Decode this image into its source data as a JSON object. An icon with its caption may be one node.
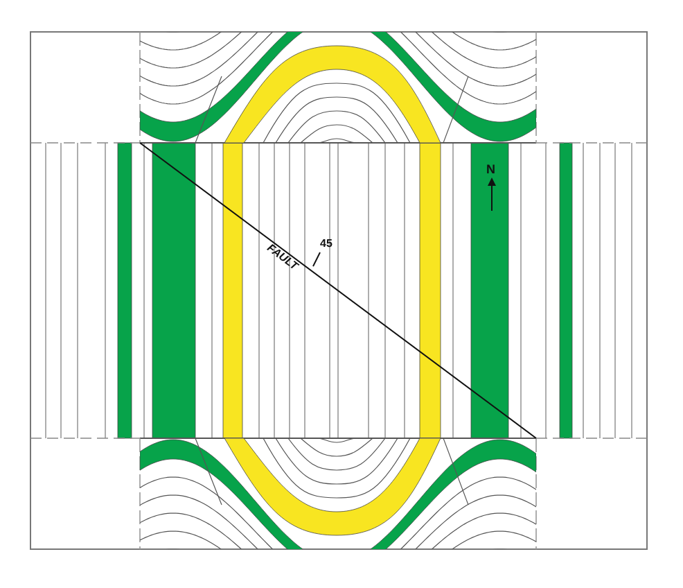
{
  "diagram": {
    "labels": [
      "N",
      "FAULT",
      "45"
    ]
  }
}
